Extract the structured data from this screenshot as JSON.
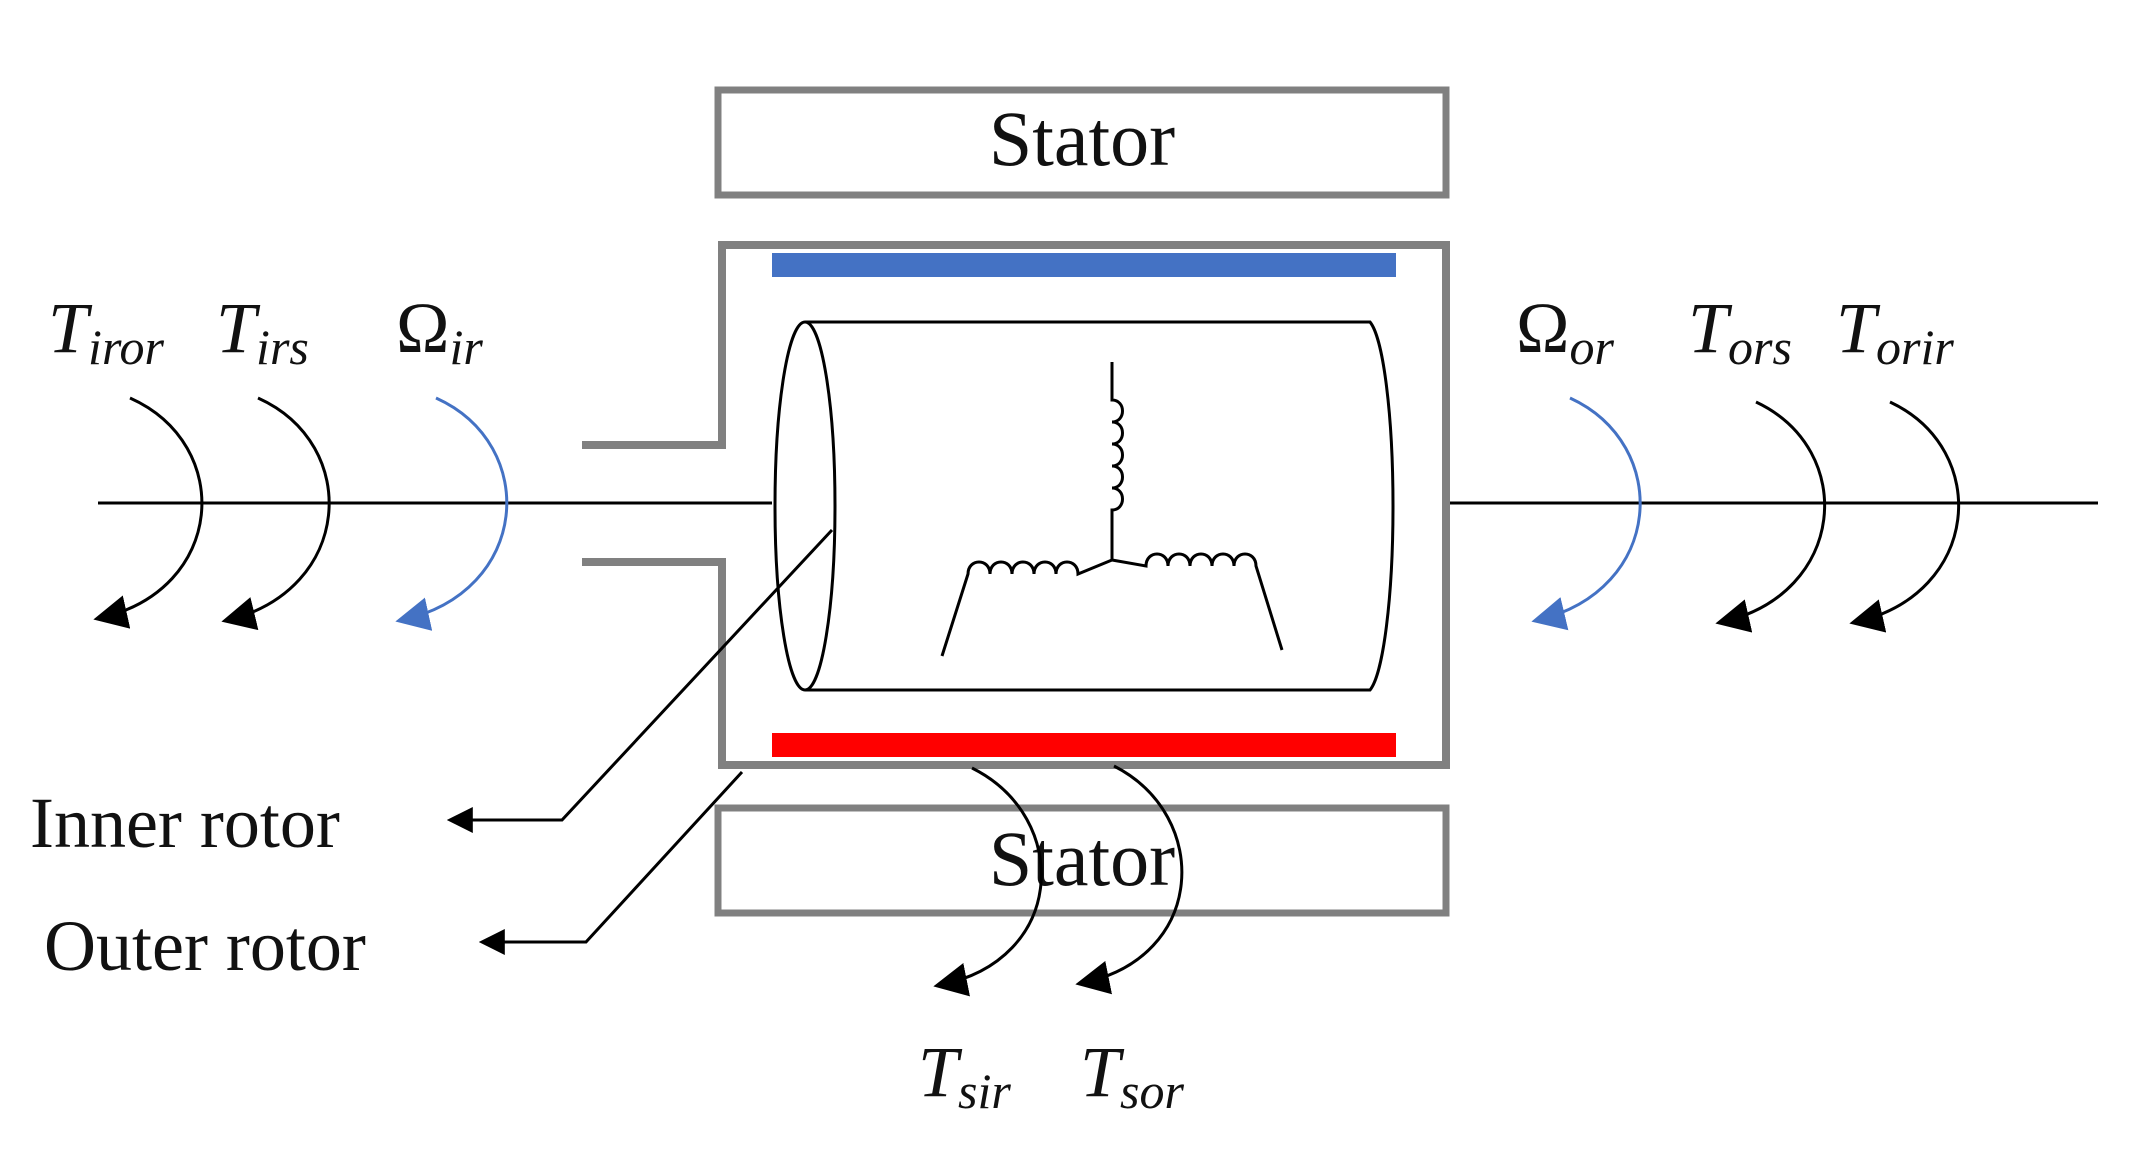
{
  "labels": {
    "stator_top": "Stator",
    "stator_bottom": "Stator",
    "inner_rotor": "Inner rotor",
    "outer_rotor": "Outer rotor"
  },
  "symbols": {
    "t_iror": {
      "base": "T",
      "sub": "iror"
    },
    "t_irs": {
      "base": "T",
      "sub": "irs"
    },
    "omega_ir": {
      "base": "Ω",
      "sub": "ir"
    },
    "omega_or": {
      "base": "Ω",
      "sub": "or"
    },
    "t_ors": {
      "base": "T",
      "sub": "ors"
    },
    "t_orir": {
      "base": "T",
      "sub": "orir"
    },
    "t_sir": {
      "base": "T",
      "sub": "sir"
    },
    "t_sor": {
      "base": "T",
      "sub": "sor"
    }
  },
  "colors": {
    "housing": "#808080",
    "magnet_top": "#4472C4",
    "magnet_bottom": "#FF0000",
    "speed_arrow": "#4472C4",
    "line": "#000000"
  }
}
